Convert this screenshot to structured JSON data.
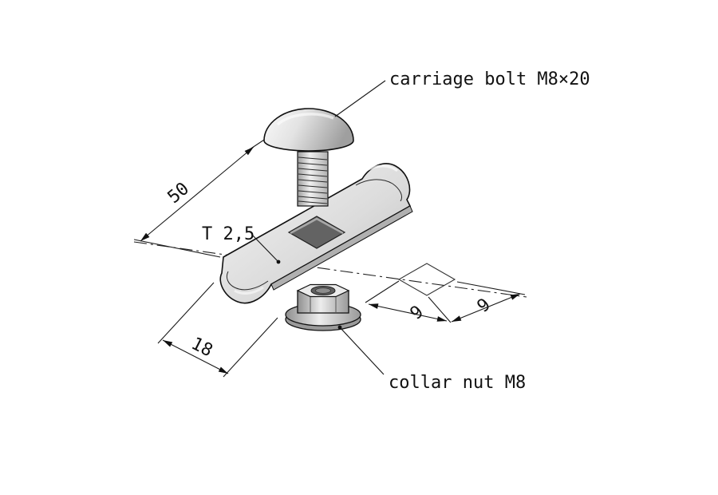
{
  "diagram": {
    "labels": {
      "carriage_bolt": "carriage bolt M8×20",
      "collar_nut": "collar nut M8",
      "thickness": "T 2,5"
    },
    "dimensions": {
      "plate_length": "50",
      "plate_width": "18",
      "hole_width": "9",
      "hole_depth": "9"
    },
    "colors": {
      "line": "#1a1a1a",
      "metal_light": "#f5f5f5",
      "metal_mid": "#d9d9d9",
      "metal_dark": "#a0a0a0",
      "hole_dark": "#636363",
      "background": "#ffffff"
    }
  }
}
